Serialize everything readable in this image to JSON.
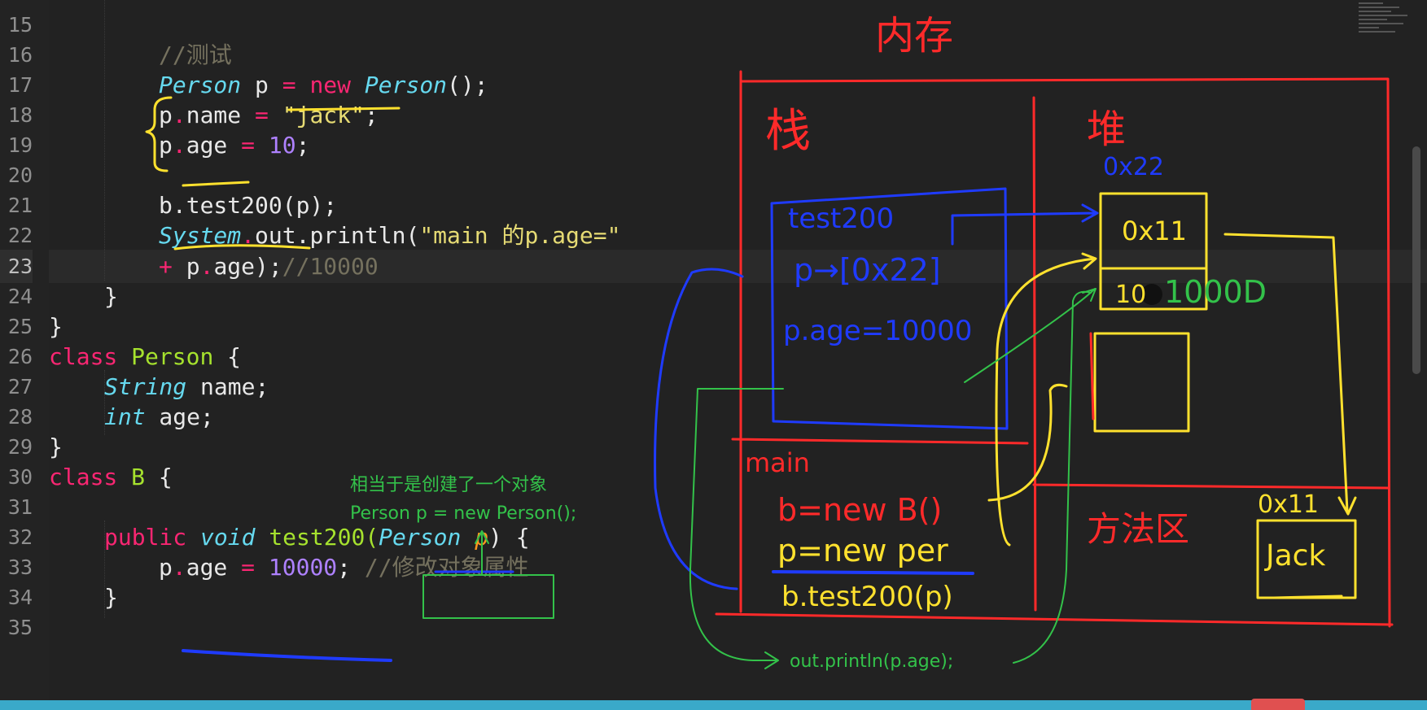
{
  "editor": {
    "line_numbers": [
      "15",
      "16",
      "17",
      "18",
      "19",
      "20",
      "21",
      "22",
      "23",
      "24",
      "25",
      "26",
      "27",
      "28",
      "29",
      "30",
      "31",
      "32",
      "33",
      "34",
      "35"
    ],
    "active_line": "23",
    "code": {
      "l16_comment": "//测试",
      "l17": {
        "type": "Person",
        "var": "p",
        "eq": "=",
        "new": "new",
        "ctor": "Person",
        "tail": "();"
      },
      "l18": {
        "obj": "p",
        "dot": ".",
        "field": "name",
        "eq": " = ",
        "val": "\"jack\"",
        "end": ";"
      },
      "l19": {
        "obj": "p",
        "dot": ".",
        "field": "age",
        "eq": " = ",
        "val": "10",
        "end": ";"
      },
      "l21": "b.test200(p);",
      "l22": {
        "cls": "System",
        "dot": ".",
        "rest": "out.println(",
        "str": "\"main 的p.age=\""
      },
      "l23": {
        "plus": "+",
        "obj": " p",
        "dot": ".",
        "rest": "age);",
        "cmt": "//10000"
      },
      "l24": "}",
      "l25": "}",
      "l26": {
        "kw": "class",
        "name": "Person",
        "brace": " {"
      },
      "l27": {
        "type": "String",
        "rest": " name;"
      },
      "l28": {
        "type": "int",
        "rest": " age;"
      },
      "l29": "}",
      "l30": {
        "kw": "class",
        "name": "B",
        "brace": " {"
      },
      "l32": {
        "kw": "public",
        "void": "void",
        "name": "test200(",
        "ptype": "Person",
        "pname": "p",
        "tail": ") {"
      },
      "l33": {
        "obj": "p",
        "dot": ".",
        "field": "age",
        "eq": " = ",
        "val": "10000",
        "end": ";",
        "cmt": "//修改对象属性"
      },
      "l34": "}"
    }
  },
  "annotations": {
    "memory_title": "内存",
    "stack_label": "栈",
    "heap_label": "堆",
    "heap_addr": "0x22",
    "method_area": "方法区",
    "frame_test200": "test200",
    "p_ref": "p→[0x22]",
    "p_age_update": "p.age=10000",
    "main_label": "main",
    "main_b": "b=new B()",
    "main_p": "p=new per",
    "main_call": "b.test200(p)",
    "heap_cell_top": "0x11",
    "heap_cell_val_old": "10",
    "heap_cell_val_new": "1000D",
    "method_addr": "0x11",
    "method_val": "Jack",
    "note_line1": "相当于是创建了一个对象",
    "note_line2": "Person p = new Person();",
    "note_print": "out.println(p.age);"
  },
  "colors": {
    "background": "#222222",
    "red_ink": "#ff2a2a",
    "blue_ink": "#1f3bff",
    "yellow_ink": "#ffe12e",
    "green_ink": "#33c24a"
  }
}
